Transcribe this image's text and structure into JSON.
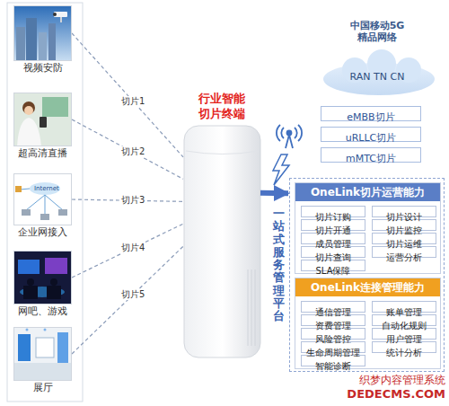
{
  "diagram": {
    "nodes": [
      {
        "text": [
          "视频安防"
        ]
      },
      {
        "text": [
          "超高清直播"
        ]
      },
      {
        "text": [
          "企业网接入"
        ]
      },
      {
        "text": [
          "网吧、游戏"
        ]
      },
      {
        "text": [
          "展厅"
        ]
      },
      {
        "text": [
          "行业智能 切片终端"
        ]
      },
      {
        "text": [
          "中国移动5G 精品网络",
          "RAN TN CN"
        ]
      },
      {
        "text": [
          "eMBB切片"
        ]
      },
      {
        "text": [
          "uRLLC切片"
        ]
      },
      {
        "text": [
          "mMTC切片"
        ]
      },
      {
        "text": [
          "一站式服务管理平台"
        ]
      },
      {
        "text": [
          "OneLink切片运营能力"
        ],
        "in": 10
      },
      {
        "text": [
          "切片订购"
        ],
        "in": 11
      },
      {
        "text": [
          "切片设计"
        ],
        "in": 11
      },
      {
        "text": [
          "切片开通"
        ],
        "in": 11
      },
      {
        "text": [
          "切片监控"
        ],
        "in": 11
      },
      {
        "text": [
          "成员管理"
        ],
        "in": 11
      },
      {
        "text": [
          "切片运维"
        ],
        "in": 11
      },
      {
        "text": [
          "切片查询"
        ],
        "in": 11
      },
      {
        "text": [
          "运营分析"
        ],
        "in": 11
      },
      {
        "text": [
          "SLA保障"
        ],
        "in": 11
      },
      {
        "text": [
          "OneLink连接管理能力"
        ],
        "in": 10
      },
      {
        "text": [
          "通信管理"
        ],
        "in": 21
      },
      {
        "text": [
          "账单管理"
        ],
        "in": 21
      },
      {
        "text": [
          "资费管理"
        ],
        "in": 21
      },
      {
        "text": [
          "自动化规则"
        ],
        "in": 21
      },
      {
        "text": [
          "风险管控"
        ],
        "in": 21
      },
      {
        "text": [
          "用户管理"
        ],
        "in": 21
      },
      {
        "text": [
          "生命周期管理"
        ],
        "in": 21
      },
      {
        "text": [
          "统计分析"
        ],
        "in": 21
      },
      {
        "text": [
          "智能诊断"
        ],
        "in": 21
      }
    ],
    "edges": [
      {
        "from": 0,
        "to": 5,
        "arrow": "none",
        "label": "切片1"
      },
      {
        "from": 1,
        "to": 5,
        "arrow": "none",
        "label": "切片2"
      },
      {
        "from": 2,
        "to": 5,
        "arrow": "none",
        "label": "切片3"
      },
      {
        "from": 3,
        "to": 5,
        "arrow": "none",
        "label": "切片4"
      },
      {
        "from": 4,
        "to": 5,
        "arrow": "none",
        "label": "切片5"
      },
      {
        "from": 5,
        "to": 10,
        "arrow": "to"
      }
    ],
    "labels": [
      "Internet",
      "织梦内容管理系统",
      "DEDECMS.COM"
    ]
  }
}
